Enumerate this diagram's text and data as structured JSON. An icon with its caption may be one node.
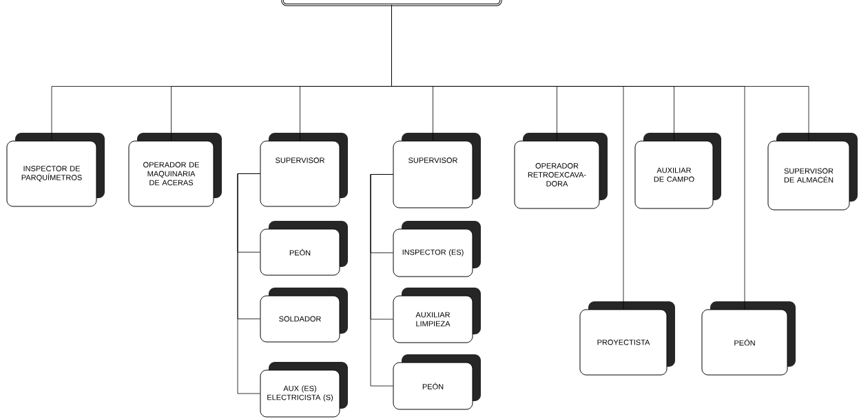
{
  "diagram": {
    "nodes": [
      {
        "text": [],
        "shape": "box"
      },
      {
        "text": [
          "INSPECTOR DE PARQUÍMETROS"
        ]
      },
      {
        "text": [
          "OPERADOR DE MAQUINARIA DE ACERAS"
        ]
      },
      {
        "text": [
          "SUPERVISOR"
        ]
      },
      {
        "text": [
          "PEÓN"
        ]
      },
      {
        "text": [
          "SOLDADOR"
        ]
      },
      {
        "text": [
          "AUX (ES) ELECTRICISTA (S)"
        ]
      },
      {
        "text": [
          "SUPERVISOR"
        ]
      },
      {
        "text": [
          "INSPECTOR (ES)"
        ]
      },
      {
        "text": [
          "AUXILIAR LIMPIEZA"
        ]
      },
      {
        "text": [
          "PEÓN"
        ]
      },
      {
        "text": [
          "OPERADOR RETROEXCAVA-DORA"
        ]
      },
      {
        "text": [
          "AUXILIAR DE CAMPO"
        ]
      },
      {
        "text": [
          "SUPERVISOR DE ALMACÉN"
        ]
      },
      {
        "text": [
          "PROYECTISTA"
        ]
      },
      {
        "text": [
          "PEÓN"
        ]
      }
    ],
    "edges": [
      {
        "from": 0,
        "to": 1,
        "arrow": "none"
      },
      {
        "from": 0,
        "to": 2,
        "arrow": "none"
      },
      {
        "from": 0,
        "to": 3,
        "arrow": "none"
      },
      {
        "from": 0,
        "to": 7,
        "arrow": "none"
      },
      {
        "from": 0,
        "to": 11,
        "arrow": "none"
      },
      {
        "from": 0,
        "to": 14,
        "arrow": "none"
      },
      {
        "from": 0,
        "to": 12,
        "arrow": "none"
      },
      {
        "from": 0,
        "to": 15,
        "arrow": "none"
      },
      {
        "from": 0,
        "to": 13,
        "arrow": "none"
      },
      {
        "from": 3,
        "to": 4,
        "arrow": "none"
      },
      {
        "from": 3,
        "to": 5,
        "arrow": "none"
      },
      {
        "from": 3,
        "to": 6,
        "arrow": "none"
      },
      {
        "from": 7,
        "to": 8,
        "arrow": "none"
      },
      {
        "from": 7,
        "to": 9,
        "arrow": "none"
      },
      {
        "from": 7,
        "to": 10,
        "arrow": "none"
      }
    ]
  }
}
